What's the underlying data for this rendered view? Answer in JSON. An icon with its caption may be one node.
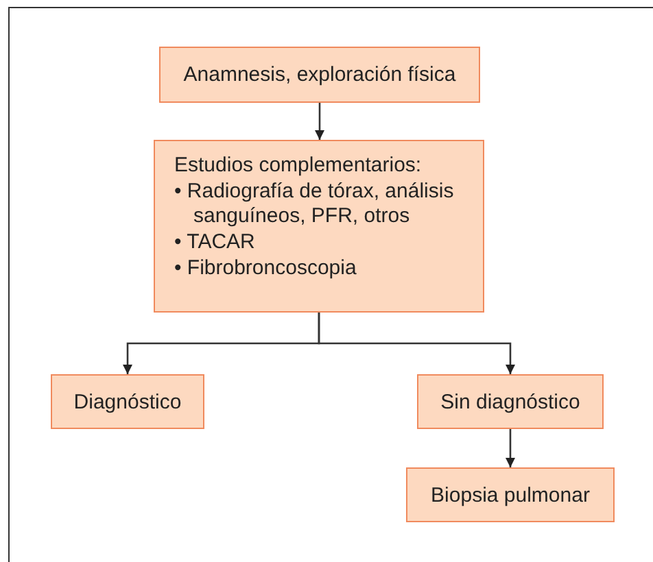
{
  "diagram": {
    "nodes": [
      {
        "text": [
          "Anamnesis, exploración física"
        ]
      },
      {
        "text": [
          "Estudios complementarios:",
          "• Radiografía de tórax, análisis sanguíneos, PFR, otros",
          "• TACAR",
          "• Fibrobroncoscopia"
        ]
      },
      {
        "text": [
          "Diagnóstico"
        ]
      },
      {
        "text": [
          "Sin diagnóstico"
        ]
      },
      {
        "text": [
          "Biopsia pulmonar"
        ]
      }
    ],
    "edges": [
      {
        "from": 0,
        "to": 1,
        "arrow": "to"
      },
      {
        "from": 1,
        "to": 2,
        "arrow": "to"
      },
      {
        "from": 1,
        "to": 3,
        "arrow": "to"
      },
      {
        "from": 3,
        "to": 4,
        "arrow": "to"
      }
    ]
  }
}
